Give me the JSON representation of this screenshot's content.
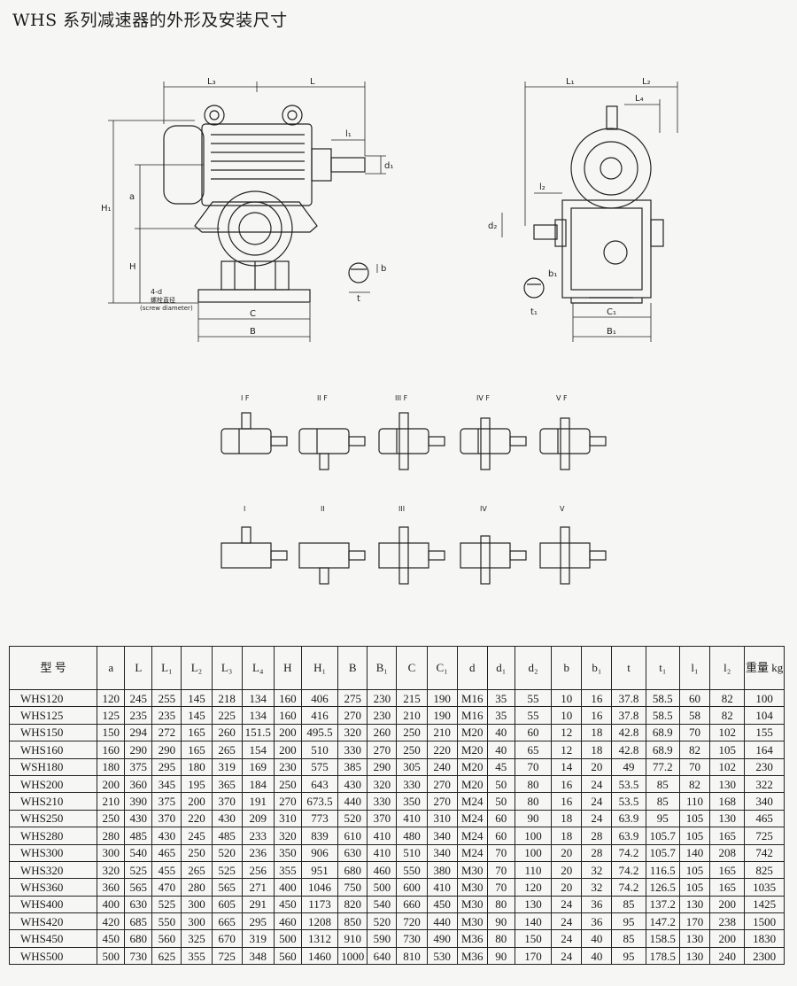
{
  "title": "WHS 系列减速器的外形及安装尺寸",
  "front_view": {
    "labels": {
      "L3": "L₃",
      "L": "L",
      "l1": "l₁",
      "d1": "d₁",
      "H1": "H₁",
      "a": "a",
      "H": "H",
      "b": "b",
      "t": "t",
      "C": "C",
      "B": "B",
      "screw_cn": "4-d",
      "screw_cn2": "螺栓直径",
      "screw_en": "(screw diameter)"
    }
  },
  "side_view": {
    "labels": {
      "L1": "L₁",
      "L2": "L₂",
      "L4": "L₄",
      "l2": "l₂",
      "d2": "d₂",
      "b1": "b₁",
      "t1": "t₁",
      "C1": "C₁",
      "B1": "B₁"
    }
  },
  "assembly": {
    "row1": [
      "I F",
      "II F",
      "III F",
      "IV F",
      "V F"
    ],
    "row2": [
      "I",
      "II",
      "III",
      "IV",
      "V"
    ]
  },
  "table": {
    "headers": [
      "型 号",
      "a",
      "L",
      "L₁",
      "L₂",
      "L₃",
      "L₄",
      "H",
      "H₁",
      "B",
      "B₁",
      "C",
      "C₁",
      "d",
      "d₁",
      "d₂",
      "b",
      "b₁",
      "t",
      "t₁",
      "l₁",
      "l₂",
      "重量 kg"
    ],
    "rows": [
      [
        "WHS120",
        "120",
        "245",
        "255",
        "145",
        "218",
        "134",
        "160",
        "406",
        "275",
        "230",
        "215",
        "190",
        "M16",
        "35",
        "55",
        "10",
        "16",
        "37.8",
        "58.5",
        "60",
        "82",
        "100"
      ],
      [
        "WHS125",
        "125",
        "235",
        "235",
        "145",
        "225",
        "134",
        "160",
        "416",
        "270",
        "230",
        "210",
        "190",
        "M16",
        "35",
        "55",
        "10",
        "16",
        "37.8",
        "58.5",
        "58",
        "82",
        "104"
      ],
      [
        "WHS150",
        "150",
        "294",
        "272",
        "165",
        "260",
        "151.5",
        "200",
        "495.5",
        "320",
        "260",
        "250",
        "210",
        "M20",
        "40",
        "60",
        "12",
        "18",
        "42.8",
        "68.9",
        "70",
        "102",
        "155"
      ],
      [
        "WHS160",
        "160",
        "290",
        "290",
        "165",
        "265",
        "154",
        "200",
        "510",
        "330",
        "270",
        "250",
        "220",
        "M20",
        "40",
        "65",
        "12",
        "18",
        "42.8",
        "68.9",
        "82",
        "105",
        "164"
      ],
      [
        "WSH180",
        "180",
        "375",
        "295",
        "180",
        "319",
        "169",
        "230",
        "575",
        "385",
        "290",
        "305",
        "240",
        "M20",
        "45",
        "70",
        "14",
        "20",
        "49",
        "77.2",
        "70",
        "102",
        "230"
      ],
      [
        "WHS200",
        "200",
        "360",
        "345",
        "195",
        "365",
        "184",
        "250",
        "643",
        "430",
        "320",
        "330",
        "270",
        "M20",
        "50",
        "80",
        "16",
        "24",
        "53.5",
        "85",
        "82",
        "130",
        "322"
      ],
      [
        "WHS210",
        "210",
        "390",
        "375",
        "200",
        "370",
        "191",
        "270",
        "673.5",
        "440",
        "330",
        "350",
        "270",
        "M24",
        "50",
        "80",
        "16",
        "24",
        "53.5",
        "85",
        "110",
        "168",
        "340"
      ],
      [
        "WHS250",
        "250",
        "430",
        "370",
        "220",
        "430",
        "209",
        "310",
        "773",
        "520",
        "370",
        "410",
        "310",
        "M24",
        "60",
        "90",
        "18",
        "24",
        "63.9",
        "95",
        "105",
        "130",
        "465"
      ],
      [
        "WHS280",
        "280",
        "485",
        "430",
        "245",
        "485",
        "233",
        "320",
        "839",
        "610",
        "410",
        "480",
        "340",
        "M24",
        "60",
        "100",
        "18",
        "28",
        "63.9",
        "105.7",
        "105",
        "165",
        "725"
      ],
      [
        "WHS300",
        "300",
        "540",
        "465",
        "250",
        "520",
        "236",
        "350",
        "906",
        "630",
        "410",
        "510",
        "340",
        "M24",
        "70",
        "100",
        "20",
        "28",
        "74.2",
        "105.7",
        "140",
        "208",
        "742"
      ],
      [
        "WHS320",
        "320",
        "525",
        "455",
        "265",
        "525",
        "256",
        "355",
        "951",
        "680",
        "460",
        "550",
        "380",
        "M30",
        "70",
        "110",
        "20",
        "32",
        "74.2",
        "116.5",
        "105",
        "165",
        "825"
      ],
      [
        "WHS360",
        "360",
        "565",
        "470",
        "280",
        "565",
        "271",
        "400",
        "1046",
        "750",
        "500",
        "600",
        "410",
        "M30",
        "70",
        "120",
        "20",
        "32",
        "74.2",
        "126.5",
        "105",
        "165",
        "1035"
      ],
      [
        "WHS400",
        "400",
        "630",
        "525",
        "300",
        "605",
        "291",
        "450",
        "1173",
        "820",
        "540",
        "660",
        "450",
        "M30",
        "80",
        "130",
        "24",
        "36",
        "85",
        "137.2",
        "130",
        "200",
        "1425"
      ],
      [
        "WHS420",
        "420",
        "685",
        "550",
        "300",
        "665",
        "295",
        "460",
        "1208",
        "850",
        "520",
        "720",
        "440",
        "M30",
        "90",
        "140",
        "24",
        "36",
        "95",
        "147.2",
        "170",
        "238",
        "1500"
      ],
      [
        "WHS450",
        "450",
        "680",
        "560",
        "325",
        "670",
        "319",
        "500",
        "1312",
        "910",
        "590",
        "730",
        "490",
        "M36",
        "80",
        "150",
        "24",
        "40",
        "85",
        "158.5",
        "130",
        "200",
        "1830"
      ],
      [
        "WHS500",
        "500",
        "730",
        "625",
        "355",
        "725",
        "348",
        "560",
        "1460",
        "1000",
        "640",
        "810",
        "530",
        "M36",
        "90",
        "170",
        "24",
        "40",
        "95",
        "178.5",
        "130",
        "240",
        "2300"
      ]
    ]
  }
}
